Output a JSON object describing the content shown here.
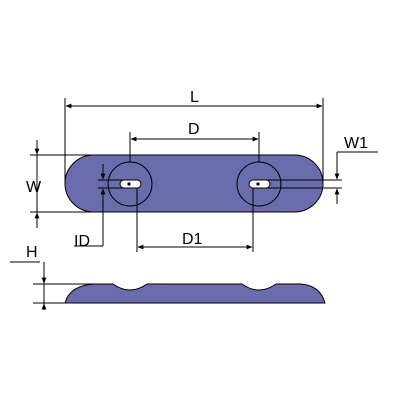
{
  "labels": {
    "L": "L",
    "D": "D",
    "W1": "W1",
    "W": "W",
    "ID": "ID",
    "D1": "D1",
    "H": "H"
  },
  "colors": {
    "part_fill": "#6b6cab",
    "line": "#000000",
    "background": "#ffffff"
  }
}
